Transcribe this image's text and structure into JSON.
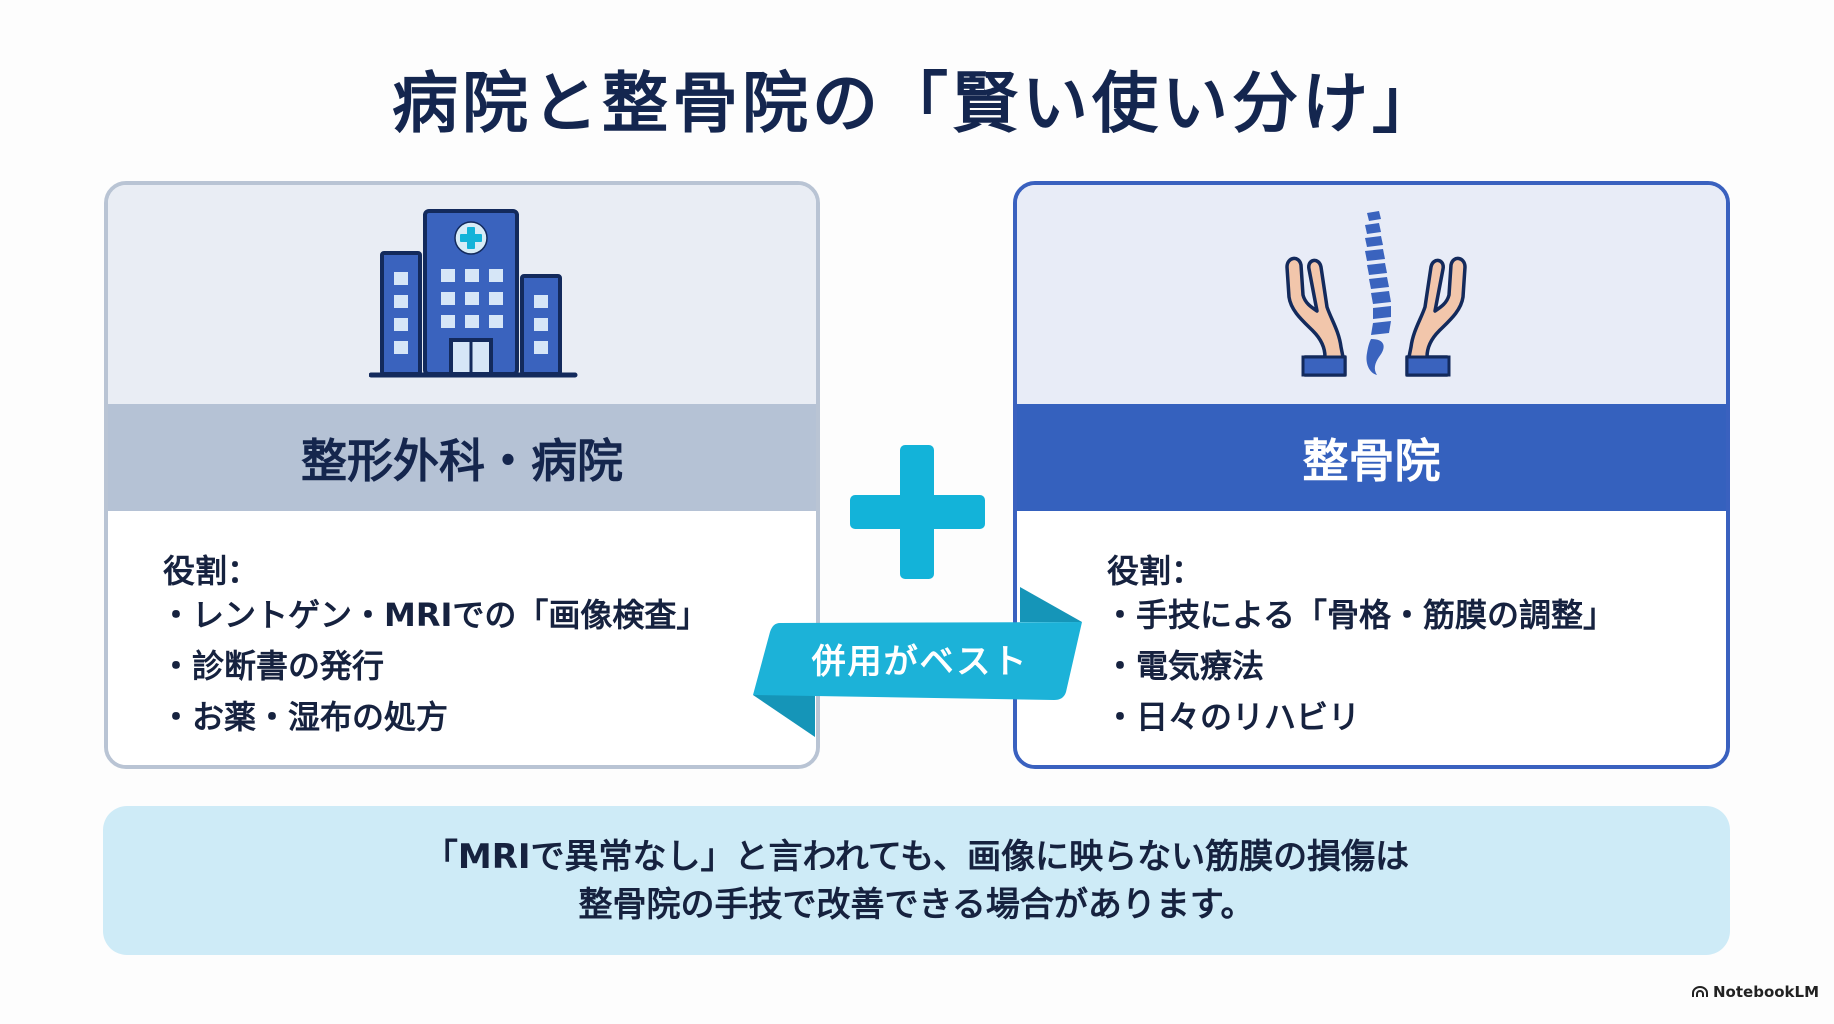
{
  "title": "病院と整骨院の「賢い使い分け」",
  "colors": {
    "title": "#14264f",
    "hospital_border": "#b9c4d4",
    "hospital_band": "#b5c2d5",
    "seikotsuin_border": "#3a61bf",
    "seikotsuin_band": "#3561be",
    "accent_cyan": "#13b3d9",
    "banner_bg": "#ceebf7"
  },
  "cards": [
    {
      "icon": "hospital-building-icon",
      "heading": "整形外科・病院",
      "role_label": "役割：",
      "items": [
        "レントゲン・MRIでの「画像検査」",
        "診断書の発行",
        "お薬・湿布の処方"
      ]
    },
    {
      "icon": "hands-spine-icon",
      "heading": "整骨院",
      "role_label": "役割：",
      "items": [
        "手技による「骨格・筋膜の調整」",
        "電気療法",
        "日々のリハビリ"
      ]
    }
  ],
  "connector": {
    "icon": "plus-icon",
    "ribbon_label": "併用がベスト"
  },
  "banner": {
    "line1": "「MRIで異常なし」と言われても、画像に映らない筋膜の損傷は",
    "line2": "整骨院の手技で改善できる場合があります。"
  },
  "watermark": {
    "label": "NotebookLM"
  }
}
